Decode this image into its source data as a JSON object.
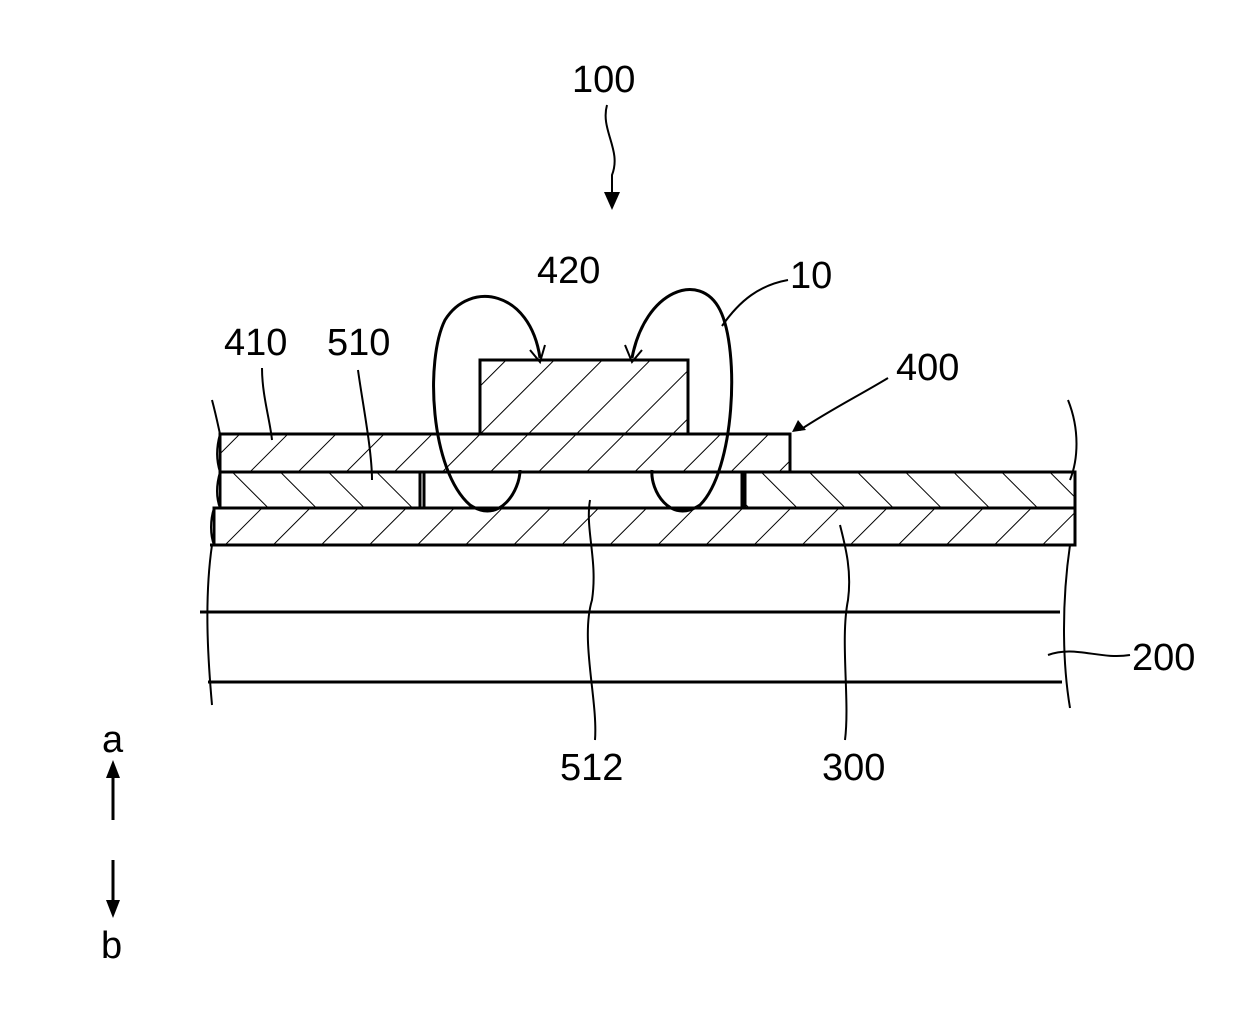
{
  "figure": {
    "labels": {
      "device": "100",
      "region": "10",
      "element_top": "420",
      "electrode_left": "410",
      "layer_left": "510",
      "electrode": "400",
      "gap": "512",
      "layer_300": "300",
      "substrate": "200"
    },
    "direction": {
      "up": "a",
      "down": "b"
    }
  }
}
